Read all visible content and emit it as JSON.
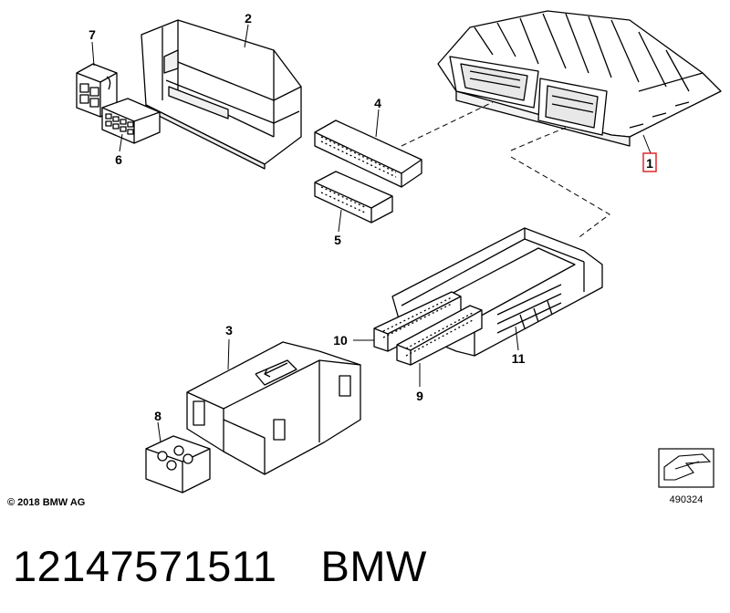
{
  "callouts": {
    "c1": "1",
    "c2": "2",
    "c3": "3",
    "c4": "4",
    "c5": "5",
    "c6": "6",
    "c7": "7",
    "c8": "8",
    "c9": "9",
    "c10": "10",
    "c11": "11"
  },
  "highlight_callout_color": "#e0262c",
  "copyright": "© 2018 BMW AG",
  "diagram_number": "490324",
  "part_number": "12147571511",
  "brand": "BMW"
}
